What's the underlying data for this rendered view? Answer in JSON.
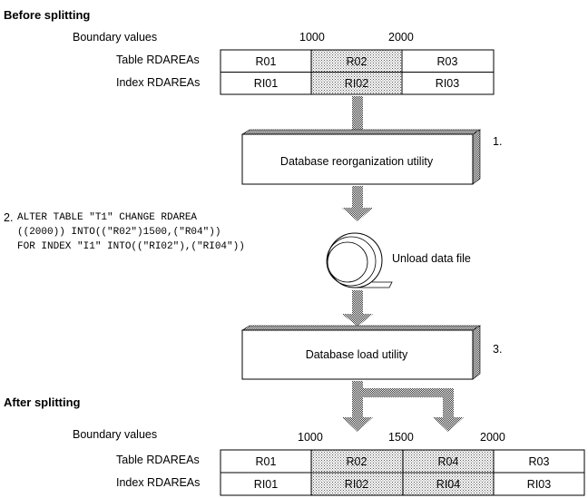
{
  "before": {
    "heading": "Before splitting",
    "boundary_label": "Boundary values",
    "boundaries": [
      "1000",
      "2000"
    ],
    "row_labels": [
      "Table RDAREAs",
      "Index RDAREAs"
    ],
    "table_cells": [
      "R01",
      "R02",
      "R03"
    ],
    "index_cells": [
      "RI01",
      "RI02",
      "RI03"
    ]
  },
  "steps": {
    "step1_number": "1.",
    "step1_box": "Database reorganization utility",
    "step2_number": "2.",
    "step2_lines": [
      "ALTER TABLE \"T1\" CHANGE RDAREA",
      "((2000)) INTO((\"R02\")1500,(\"R04\"))",
      "FOR INDEX \"I1\" INTO((\"RI02\"),(\"RI04\"))"
    ],
    "unload_label": "Unload data file",
    "step3_number": "3.",
    "step3_box": "Database load utility"
  },
  "after": {
    "heading": "After splitting",
    "boundary_label": "Boundary values",
    "boundaries": [
      "1000",
      "1500",
      "2000"
    ],
    "row_labels": [
      "Table RDAREAs",
      "Index RDAREAs"
    ],
    "table_cells": [
      "R01",
      "R02",
      "R04",
      "R03"
    ],
    "index_cells": [
      "RI01",
      "RI02",
      "RI04",
      "RI03"
    ]
  }
}
